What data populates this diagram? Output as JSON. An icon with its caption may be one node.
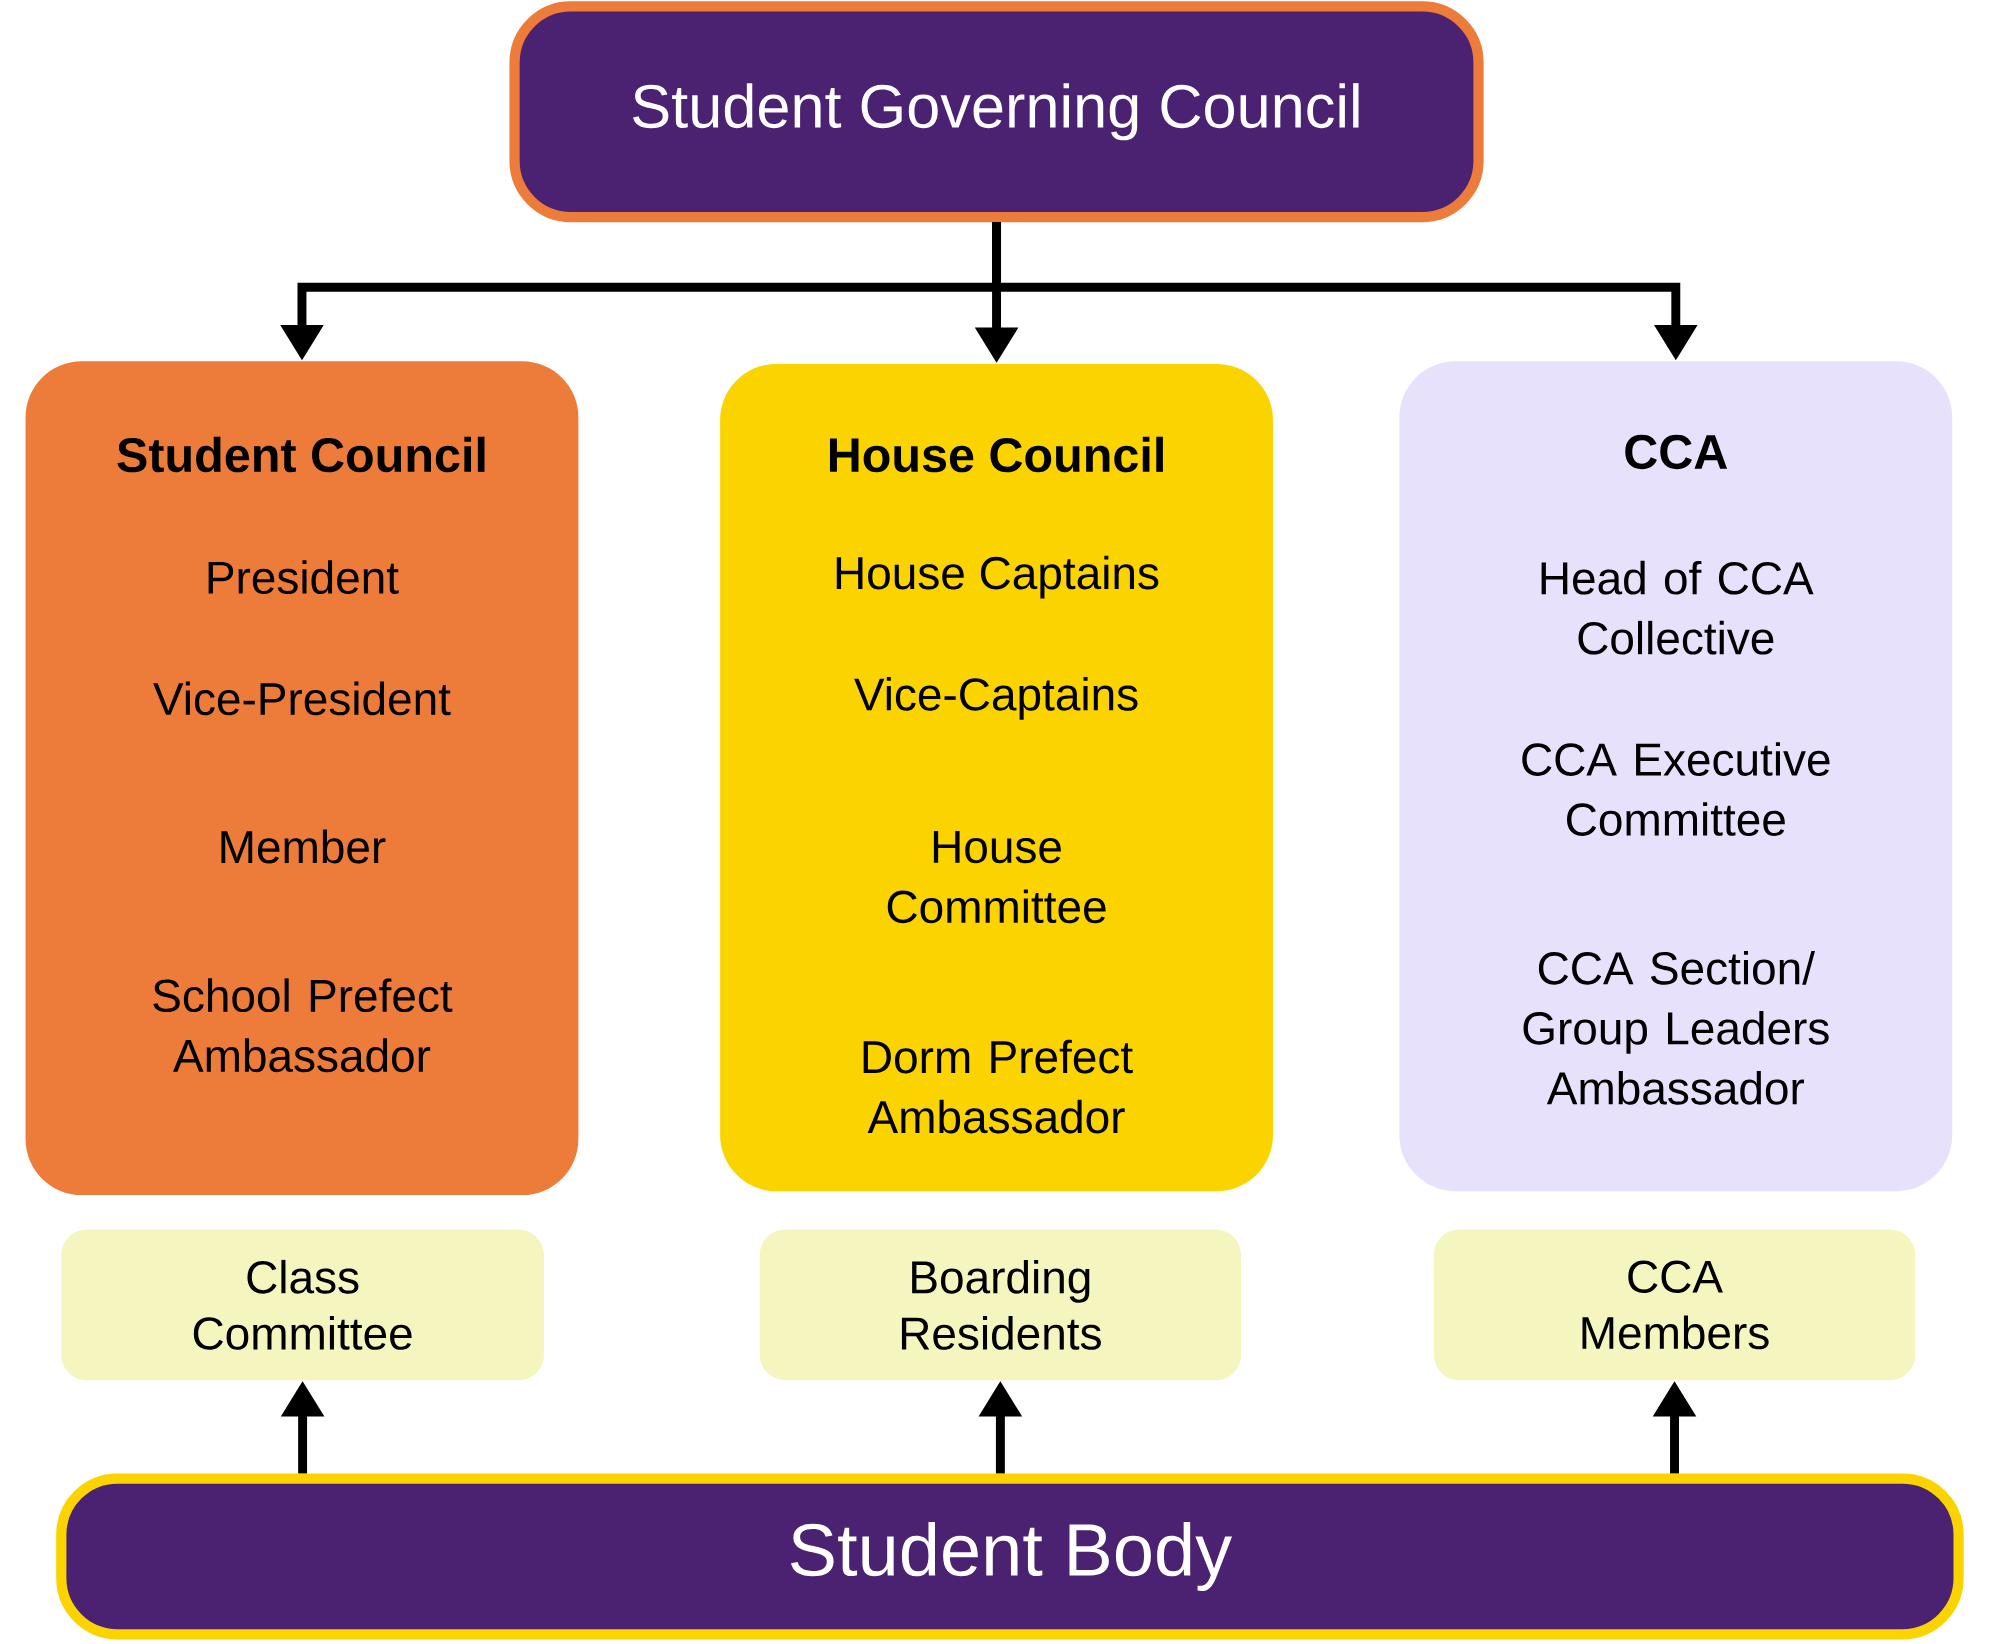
{
  "diagram": {
    "nodes": [
      {
        "text": [
          "Student Governing Council"
        ]
      },
      {
        "text": [
          "Student Council",
          "President",
          "Vice-President",
          "Member",
          "School Prefect Ambassador"
        ]
      },
      {
        "text": [
          "House Council",
          "House Captains",
          "Vice-Captains",
          "House Committee",
          "Dorm Prefect Ambassador"
        ]
      },
      {
        "text": [
          "CCA",
          "Head of CCA Collective",
          "CCA Executive Committee",
          "CCA Section/ Group Leaders Ambassador"
        ]
      },
      {
        "text": [
          "Class Committee"
        ]
      },
      {
        "text": [
          "Boarding Residents"
        ]
      },
      {
        "text": [
          "CCA Members"
        ]
      },
      {
        "text": [
          "Student Body"
        ]
      }
    ],
    "edges": [
      {
        "from": 0,
        "to": 1,
        "arrow": "to"
      },
      {
        "from": 0,
        "to": 2,
        "arrow": "to"
      },
      {
        "from": 0,
        "to": 3,
        "arrow": "to"
      },
      {
        "from": 7,
        "to": 4,
        "arrow": "to"
      },
      {
        "from": 7,
        "to": 5,
        "arrow": "to"
      },
      {
        "from": 7,
        "to": 6,
        "arrow": "to"
      }
    ]
  }
}
